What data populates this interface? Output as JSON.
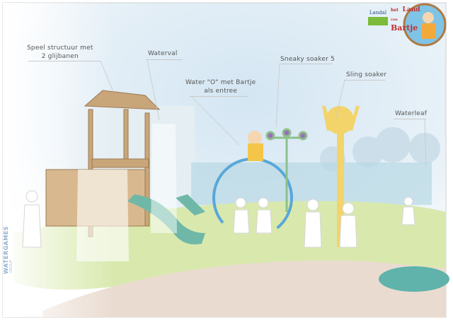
{
  "labels": {
    "speel_structuur": [
      "Speel structuur met",
      "2 glijbanen"
    ],
    "waterval": "Waterval",
    "water_o": [
      "Water \"O\" met Bartje",
      "als entree"
    ],
    "sneaky_soaker": "Sneaky soaker 5",
    "sling_soaker": "Sling soaker",
    "waterleaf": "Waterleaf"
  },
  "logos": {
    "landal": "Landal",
    "bartje": [
      "het",
      "Land",
      "van",
      "Bartje"
    ],
    "watergames": "WATERGAMES",
    "watergames_sub": "GROUP"
  },
  "colors": {
    "sky": "#dcebf5",
    "grass": "#cfe3a0",
    "slide": "#6fb8a8",
    "ring": "#5aa7d8",
    "sling": "#f3d46a",
    "wood": "#c9a57a"
  }
}
